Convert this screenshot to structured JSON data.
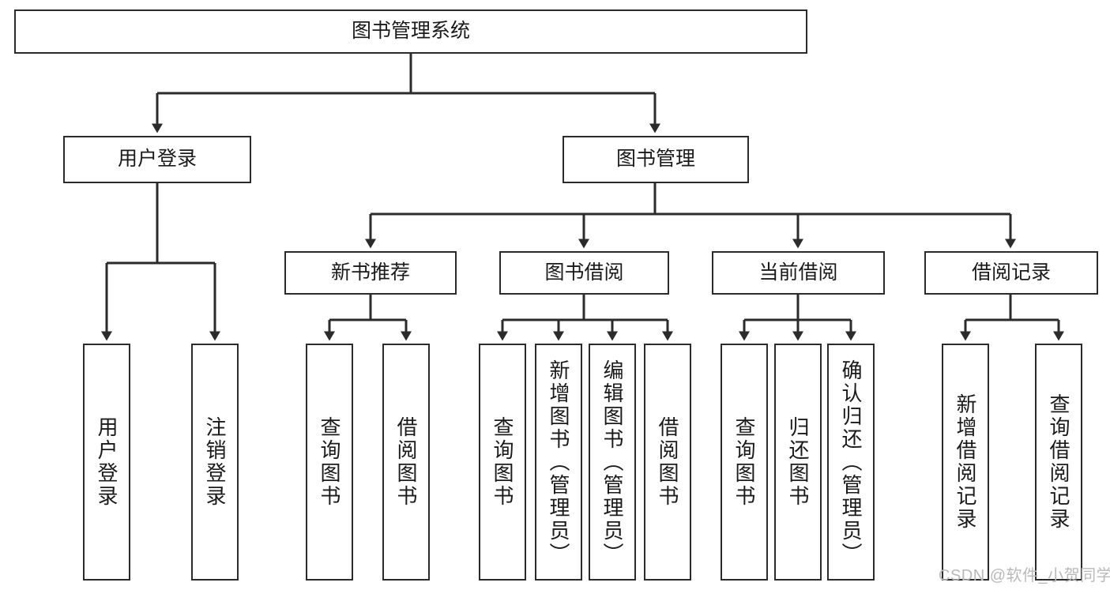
{
  "diagram": {
    "type": "hierarchy-tree",
    "title": "图书管理系统",
    "root": {
      "id": "root",
      "label": "图书管理系统"
    },
    "level2": [
      {
        "id": "user-login",
        "label": "用户登录"
      },
      {
        "id": "book-manage",
        "label": "图书管理"
      }
    ],
    "level3": [
      {
        "id": "new-book-recommend",
        "label": "新书推荐",
        "parent": "book-manage"
      },
      {
        "id": "book-borrow",
        "label": "图书借阅",
        "parent": "book-manage"
      },
      {
        "id": "current-borrow",
        "label": "当前借阅",
        "parent": "book-manage"
      },
      {
        "id": "borrow-record",
        "label": "借阅记录",
        "parent": "book-manage"
      }
    ],
    "leaves": [
      {
        "id": "leaf-user-login",
        "label": "用户登录",
        "parent": "user-login"
      },
      {
        "id": "leaf-logout",
        "label": "注销登录",
        "parent": "user-login"
      },
      {
        "id": "leaf-query-book-1",
        "label": "查询图书",
        "parent": "new-book-recommend"
      },
      {
        "id": "leaf-borrow-book-1",
        "label": "借阅图书",
        "parent": "new-book-recommend"
      },
      {
        "id": "leaf-query-book-2",
        "label": "查询图书",
        "parent": "book-borrow"
      },
      {
        "id": "leaf-add-book",
        "label": "新增图书（管理员）",
        "parent": "book-borrow"
      },
      {
        "id": "leaf-edit-book",
        "label": "编辑图书（管理员）",
        "parent": "book-borrow"
      },
      {
        "id": "leaf-borrow-book-2",
        "label": "借阅图书",
        "parent": "book-borrow"
      },
      {
        "id": "leaf-query-book-3",
        "label": "查询图书",
        "parent": "current-borrow"
      },
      {
        "id": "leaf-return-book",
        "label": "归还图书",
        "parent": "current-borrow"
      },
      {
        "id": "leaf-confirm-return",
        "label": "确认归还（管理员）",
        "parent": "current-borrow"
      },
      {
        "id": "leaf-add-record",
        "label": "新增借阅记录",
        "parent": "borrow-record"
      },
      {
        "id": "leaf-query-record",
        "label": "查询借阅记录",
        "parent": "borrow-record"
      }
    ]
  },
  "watermark": {
    "text": "CSDN @软件_小贺同学"
  },
  "colors": {
    "box_border": "#2b2b2b",
    "box_fill": "#ffffff",
    "edge": "#2b2b2b",
    "text": "#1a1a1a",
    "watermark": "#b9b9b9",
    "background": "#ffffff"
  }
}
